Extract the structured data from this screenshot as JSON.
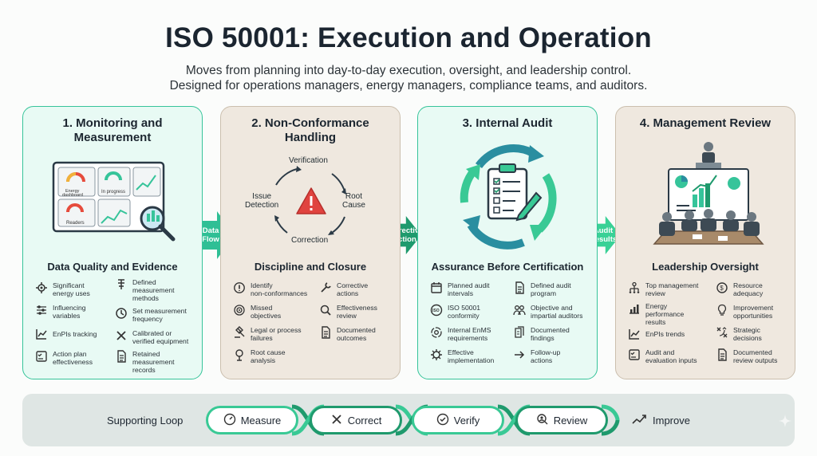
{
  "header": {
    "title": "ISO 50001: Execution and Operation",
    "subtitle_line1": "Moves from planning into day-to-day execution, oversight, and leadership control.",
    "subtitle_line2": "Designed for operations managers, energy managers, compliance teams, and auditors."
  },
  "panels": [
    {
      "title": "1. Monitoring and Measurement",
      "subtitle": "Data Quality and Evidence",
      "illustration": {
        "gauge_label_1": "Energy\ndashboard",
        "gauge_label_2": "In progress",
        "gauge_label_3": "Readers"
      },
      "items": [
        {
          "icon": "gear-network-icon",
          "text": "Significant\nenergy uses"
        },
        {
          "icon": "ruler-icon",
          "text": "Defined\nmeasurement\nmethods"
        },
        {
          "icon": "sliders-icon",
          "text": "Influencing\nvariables"
        },
        {
          "icon": "clock-icon",
          "text": "Set measurement\nfrequency"
        },
        {
          "icon": "trend-chart-icon",
          "text": "EnPIs tracking"
        },
        {
          "icon": "tools-icon",
          "text": "Calibrated or\nverified equipment"
        },
        {
          "icon": "checklist-icon",
          "text": "Action plan\neffectiveness"
        },
        {
          "icon": "document-icon",
          "text": "Retained\nmeasurement\nrecords"
        }
      ]
    },
    {
      "title": "2. Non-Conformance Handling",
      "subtitle": "Discipline and Closure",
      "cycle": {
        "top": "Verification",
        "left": "Issue\nDetection",
        "right": "Root\nCause",
        "bottom": "Correction"
      },
      "items": [
        {
          "icon": "alert-icon",
          "text": "Identify\nnon-conformances"
        },
        {
          "icon": "wrench-icon",
          "text": "Corrective\nactions"
        },
        {
          "icon": "target-icon",
          "text": "Missed\nobjectives"
        },
        {
          "icon": "magnifier-icon",
          "text": "Effectiveness\nreview"
        },
        {
          "icon": "gavel-icon",
          "text": "Legal or process\nfailures"
        },
        {
          "icon": "document-icon",
          "text": "Documented\noutcomes"
        },
        {
          "icon": "tree-icon",
          "text": "Root cause\nanalysis"
        }
      ]
    },
    {
      "title": "3. Internal Audit",
      "subtitle": "Assurance Before Certification",
      "items": [
        {
          "icon": "calendar-icon",
          "text": "Planned audit\nintervals"
        },
        {
          "icon": "document-icon",
          "text": "Defined audit\nprogram"
        },
        {
          "icon": "iso-badge-icon",
          "text": "ISO 50001\nconformity"
        },
        {
          "icon": "people-icon",
          "text": "Objective and\nimpartial auditors"
        },
        {
          "icon": "gear-cycle-icon",
          "text": "Internal EnMS\nrequirements"
        },
        {
          "icon": "documents-icon",
          "text": "Documented\nfindings"
        },
        {
          "icon": "gear-icon",
          "text": "Effective\nimplementation"
        },
        {
          "icon": "arrow-right-icon",
          "text": "Follow-up\nactions"
        }
      ]
    },
    {
      "title": "4. Management Review",
      "subtitle": "Leadership Oversight",
      "items": [
        {
          "icon": "org-chart-icon",
          "text": "Top management\nreview"
        },
        {
          "icon": "coin-icon",
          "text": "Resource\nadequacy"
        },
        {
          "icon": "bar-chart-icon",
          "text": "Energy\nperformance\nresults"
        },
        {
          "icon": "lightbulb-icon",
          "text": "Improvement\nopportunities"
        },
        {
          "icon": "trend-chart-icon",
          "text": "EnPIs trends"
        },
        {
          "icon": "strategy-icon",
          "text": "Strategic\ndecisions"
        },
        {
          "icon": "checklist-icon",
          "text": "Audit and\nevaluation inputs"
        },
        {
          "icon": "document-icon",
          "text": "Documented\nreview outputs"
        }
      ]
    }
  ],
  "connectors": [
    {
      "label": "Data\nFlow",
      "color": "#2fbf95"
    },
    {
      "label": "Corrective\nAction",
      "color": "#1f9a6d"
    },
    {
      "label": "Audit\nResults",
      "color": "#39d196"
    }
  ],
  "loop": {
    "label": "Supporting Loop",
    "steps": [
      {
        "label": "Measure",
        "icon": "gauge-icon"
      },
      {
        "label": "Correct",
        "icon": "tools-icon"
      },
      {
        "label": "Verify",
        "icon": "check-circle-icon"
      },
      {
        "label": "Review",
        "icon": "person-search-icon"
      }
    ],
    "final": {
      "label": "Improve",
      "icon": "trend-up-icon"
    }
  },
  "colors": {
    "accent_green": "#36c49a",
    "dark_green": "#1f9a6d",
    "beige": "#efe8df",
    "mint": "#e8faf4",
    "alert_red": "#e0433f"
  }
}
